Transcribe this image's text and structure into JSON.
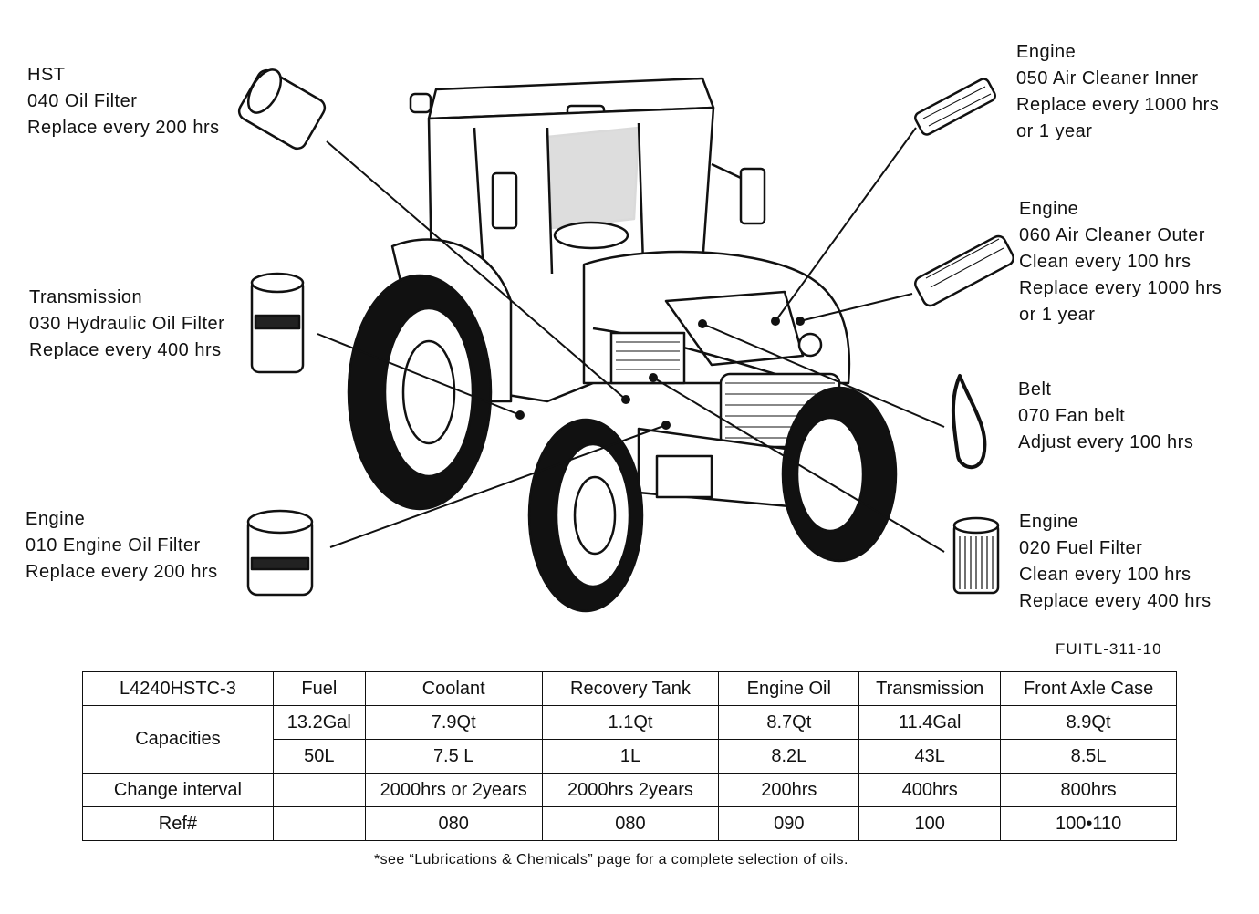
{
  "callouts": {
    "hst": {
      "group": "HST",
      "item": "040 Oil Filter",
      "interval": "Replace every 200 hrs"
    },
    "transmission": {
      "group": "Transmission",
      "item": "030 Hydraulic Oil Filter",
      "interval": "Replace every 400 hrs"
    },
    "engine_oil": {
      "group": "Engine",
      "item": "010 Engine Oil Filter",
      "interval": "Replace every 200 hrs"
    },
    "air_inner": {
      "group": "Engine",
      "item": "050 Air Cleaner Inner",
      "interval": "Replace every 1000 hrs",
      "interval2": "or 1 year"
    },
    "air_outer": {
      "group": "Engine",
      "item": "060 Air Cleaner Outer",
      "interval": "Clean every 100 hrs",
      "interval2": "Replace every 1000 hrs",
      "interval3": "or 1 year"
    },
    "belt": {
      "group": "Belt",
      "item": "070 Fan belt",
      "interval": "Adjust every 100 hrs"
    },
    "fuel": {
      "group": "Engine",
      "item": "020 Fuel Filter",
      "interval": "Clean every 100 hrs",
      "interval2": "Replace every 400 hrs"
    }
  },
  "figure_code": "FUITL-311-10",
  "table": {
    "header": [
      "L4240HSTC-3",
      "Fuel",
      "Coolant",
      "Recovery Tank",
      "Engine Oil",
      "Transmission",
      "Front Axle Case"
    ],
    "capacities_label": "Capacities",
    "capacities_us": [
      "13.2Gal",
      "7.9Qt",
      "1.1Qt",
      "8.7Qt",
      "11.4Gal",
      "8.9Qt"
    ],
    "capacities_metric": [
      "50L",
      "7.5 L",
      "1L",
      "8.2L",
      "43L",
      "8.5L"
    ],
    "change_label": "Change interval",
    "change": [
      "",
      "2000hrs or 2years",
      "2000hrs 2years",
      "200hrs",
      "400hrs",
      "800hrs"
    ],
    "ref_label": "Ref#",
    "ref": [
      "",
      "080",
      "080",
      "090",
      "100",
      "100•110"
    ]
  },
  "footnote": "*see “Lubrications & Chemicals” page for a complete selection of oils."
}
